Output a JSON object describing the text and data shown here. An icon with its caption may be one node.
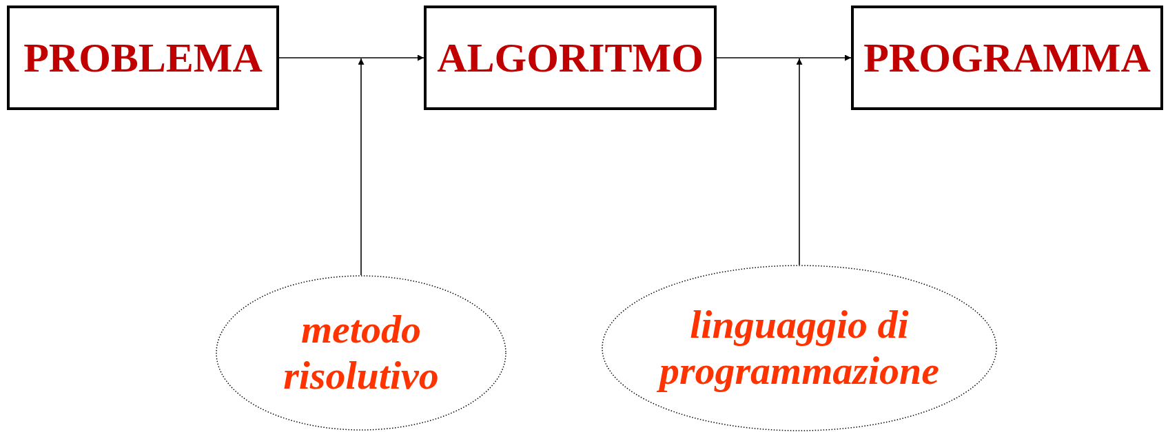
{
  "diagram": {
    "nodes": [
      {
        "text": [
          "PROBLEMA"
        ]
      },
      {
        "text": [
          "ALGORITMO"
        ]
      },
      {
        "text": [
          "PROGRAMMA"
        ]
      },
      {
        "text": [
          "metodo risolutivo"
        ]
      },
      {
        "text": [
          "linguaggio di programmazione"
        ]
      }
    ],
    "edges": [
      {
        "from": 0,
        "to": 1,
        "arrow": "to"
      },
      {
        "from": 1,
        "to": 2,
        "arrow": "to"
      },
      {
        "from": 3,
        "to": null,
        "arrow": "to"
      },
      {
        "from": 4,
        "to": null,
        "arrow": "to"
      }
    ]
  }
}
